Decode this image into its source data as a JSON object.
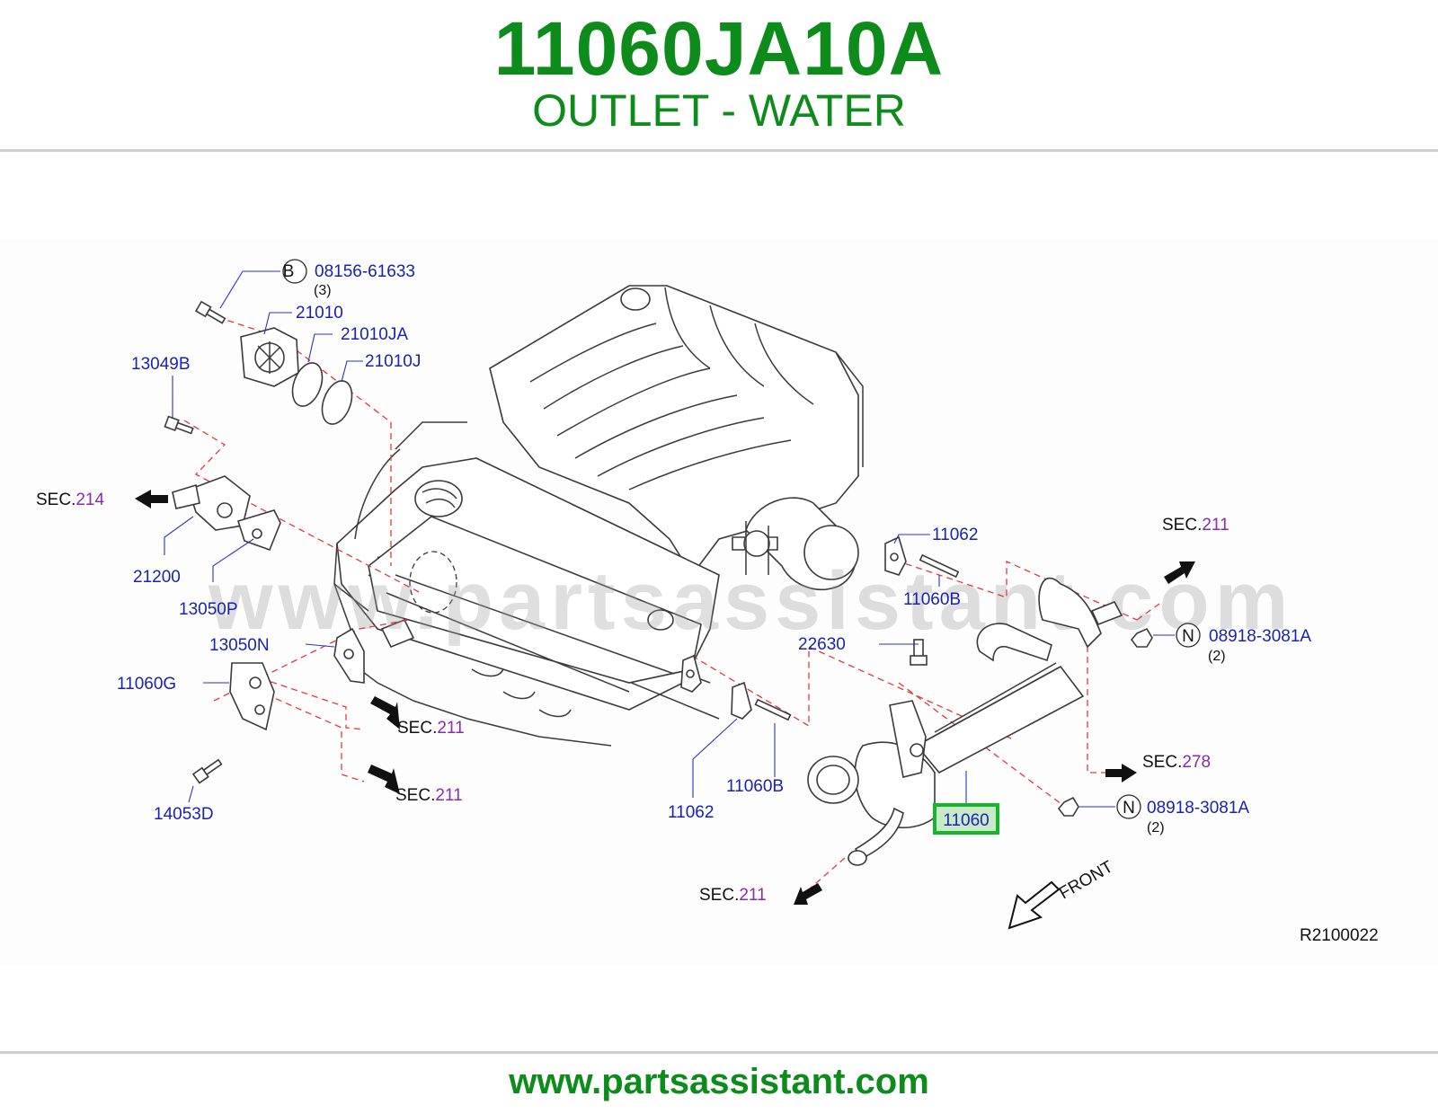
{
  "header": {
    "part_number": "11060JA10A",
    "part_description": "OUTLET - WATER"
  },
  "watermark": "www.partsassistant.com",
  "footer": {
    "url": "www.partsassistant.com"
  },
  "diagram": {
    "ref_code": "R2100022",
    "front_label": "FRONT",
    "highlight_color": "#17b52b",
    "labels": {
      "bolt_b": "08156-61633",
      "bolt_b_qty": "(3)",
      "circle_b": "B",
      "p21010": "21010",
      "p21010ja": "21010JA",
      "p21010j": "21010J",
      "p13049b": "13049B",
      "p21200": "21200",
      "p13050p": "13050P",
      "p13050n": "13050N",
      "p11060g": "11060G",
      "p14053d": "14053D",
      "p11062_top": "11062",
      "p11060b_top": "11060B",
      "p22630": "22630",
      "p11062_bottom": "11062",
      "p11060b_bottom": "11060B",
      "p11060": "11060",
      "nut_n1": "08918-3081A",
      "nut_n1_qty": "(2)",
      "nut_n2": "08918-3081A",
      "nut_n2_qty": "(2)",
      "circle_n": "N"
    },
    "sections": {
      "sec_prefix": "SEC.",
      "s214": "214",
      "s211_left_a": "211",
      "s211_left_b": "211",
      "s211_bottom": "211",
      "s211_top_right": "211",
      "s278": "278"
    }
  }
}
